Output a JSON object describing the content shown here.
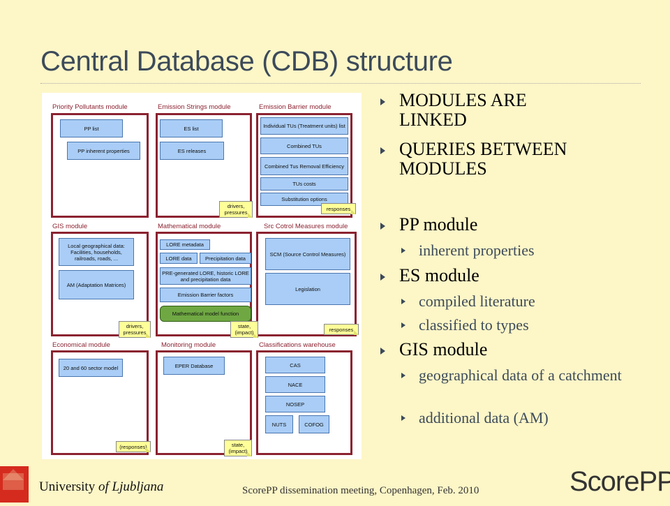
{
  "title": "Central Database (CDB) structure",
  "diagram": {
    "modules": [
      {
        "label": "Priority Pollutants module"
      },
      {
        "label": "Emission Strings module"
      },
      {
        "label": "Emission Barrier module"
      },
      {
        "label": "GIS module"
      },
      {
        "label": "Mathematical module"
      },
      {
        "label": "Src Cotrol Measures module"
      },
      {
        "label": "Economical module"
      },
      {
        "label": "Monitoring module"
      },
      {
        "label": "Classifications warehouse"
      }
    ],
    "boxes": {
      "pp_list": "PP list",
      "pp_inherent": "PP inherent properties",
      "es_list": "ES list",
      "es_releases": "ES releases",
      "individual_tus": "Individual TUs (Treatment units) list",
      "combined_tus": "Combined TUs",
      "combined_tus_removal": "Combined Tus Removal Efficiency",
      "tus_costs": "TUs costs",
      "substitution": "Substitution options",
      "local_geo": "Local geographical data: Facilities, households, railroads, roads, ...",
      "am": "AM (Adaptation Matrices)",
      "lore_metadata": "LORE metadata",
      "lore_data": "LORE data",
      "precip_data": "Precipitation data",
      "pre_generated": "PRE-generated LORE, historic LORE and precipitation data",
      "emission_barrier_factors": "Emission Barrier factors",
      "math_model_function": "Mathematical model function",
      "scm": "SCM (Source Control Measures)",
      "legislation": "Legislation",
      "sector_model": "20 and 60 sector model",
      "eper": "EPER Database",
      "cas": "CAS",
      "nace": "NACE",
      "nosep": "NOSEP",
      "nuts": "NUTS",
      "cofog": "COFOG"
    },
    "notes": {
      "drivers_pressures_1": "drivers, pressures",
      "responses_1": "responses",
      "drivers_pressures_2": "drivers, pressures",
      "state_impact_1": "state, (impact)",
      "responses_2": "responses",
      "responses_3": "(responses)",
      "state_impact_2": "state, (impact)"
    }
  },
  "bullets": [
    {
      "level": 1,
      "text": "MODULES ARE LINKED"
    },
    {
      "level": 1,
      "text": "QUERIES BETWEEN MODULES"
    },
    {
      "level": 1,
      "text": "PP module"
    },
    {
      "level": 2,
      "text": "inherent properties"
    },
    {
      "level": 1,
      "text": "ES module"
    },
    {
      "level": 2,
      "text": "compiled literature"
    },
    {
      "level": 2,
      "text": "classified to types"
    },
    {
      "level": 1,
      "text": "GIS module"
    },
    {
      "level": 2,
      "text": "geographical data of a catchment"
    },
    {
      "level": 2,
      "text": "additional data (AM)"
    }
  ],
  "footer": {
    "university_prefix": "University ",
    "university_name": "of Ljubljana",
    "event": "ScorePP dissemination meeting, Copenhagen, Feb. 2010",
    "brand": "ScorePP"
  },
  "colors": {
    "background": "#fdf6c7",
    "module_border": "#8b2230",
    "box_fill": "#a9cdf6",
    "note_fill": "#ffff99",
    "green_box": "#6fa843",
    "logo_red": "#d52b1e"
  }
}
